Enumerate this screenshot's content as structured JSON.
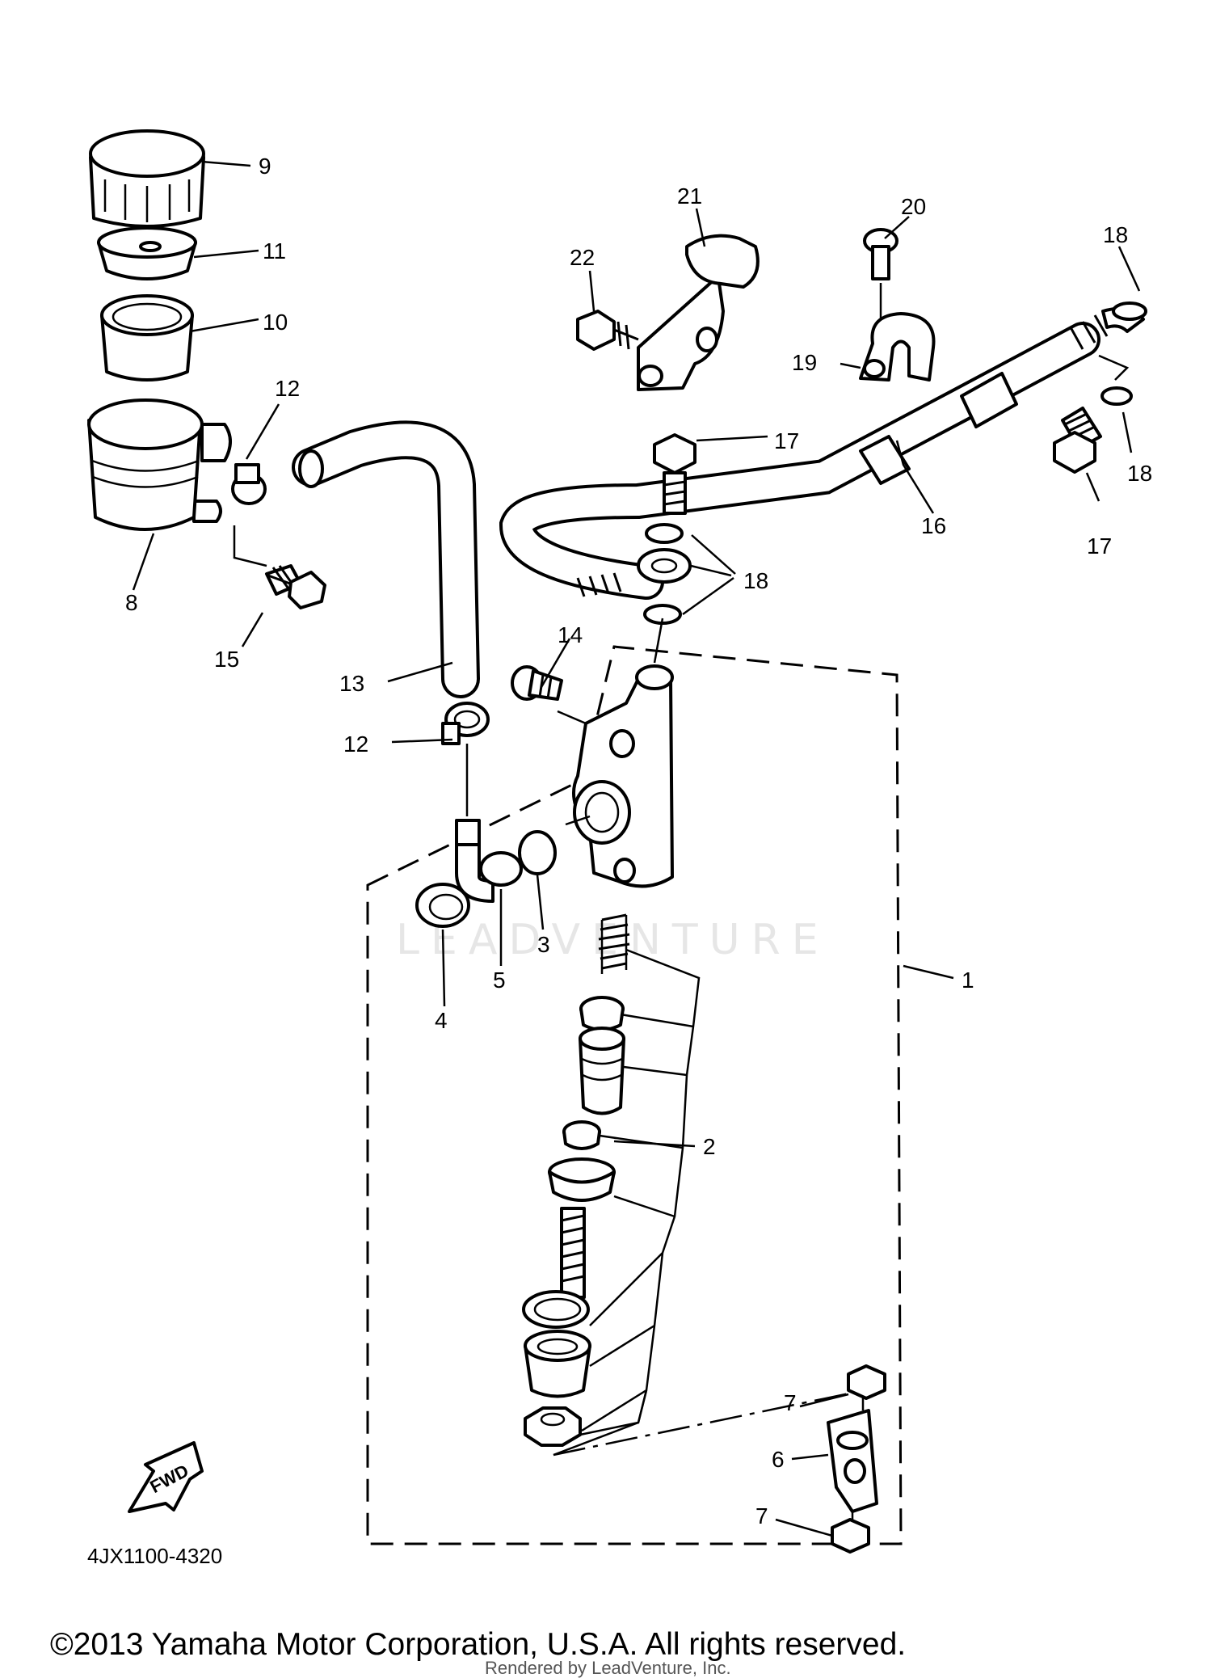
{
  "diagram": {
    "part_code": "4JX1100-4320",
    "fwd_label": "FWD",
    "watermark": "LEADVENTURE",
    "copyright": "©2013 Yamaha Motor Corporation, U.S.A. All rights reserved.",
    "rendered_by": "Rendered by LeadVenture, Inc.",
    "callouts": {
      "c1": "1",
      "c2": "2",
      "c3": "3",
      "c4": "4",
      "c5": "5",
      "c6": "6",
      "c7a": "7",
      "c7b": "7",
      "c8": "8",
      "c9": "9",
      "c10": "10",
      "c11": "11",
      "c12a": "12",
      "c12b": "12",
      "c13": "13",
      "c14": "14",
      "c15": "15",
      "c16": "16",
      "c17a": "17",
      "c17b": "17",
      "c18a": "18",
      "c18b": "18",
      "c18c": "18",
      "c19": "19",
      "c20": "20",
      "c21": "21",
      "c22": "22"
    }
  }
}
